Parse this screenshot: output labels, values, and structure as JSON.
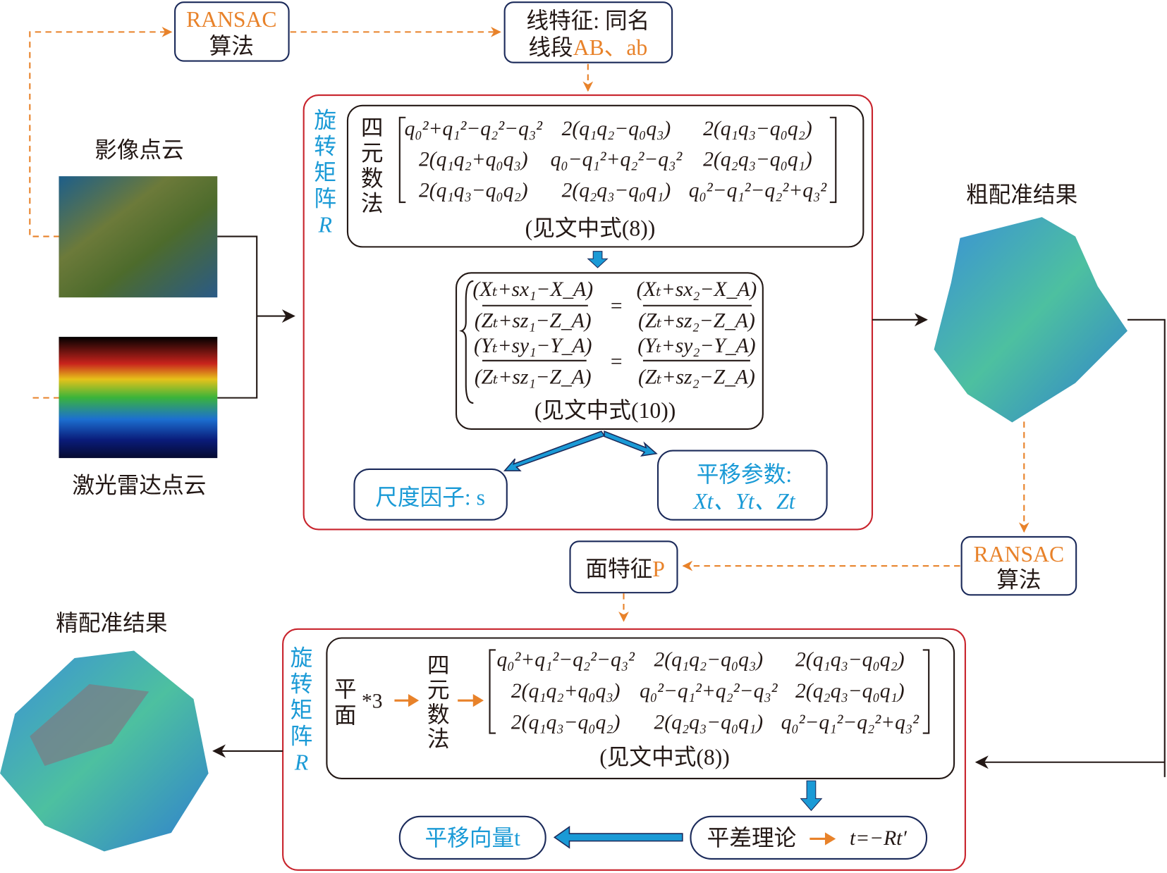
{
  "colors": {
    "accent_orange": "#e8822a",
    "accent_blue": "#1a9ad6",
    "frame_red": "#c8232c",
    "box_navy": "#1b2a5a"
  },
  "top": {
    "ransac": {
      "line1": "RANSAC",
      "line2": "算法"
    },
    "line_feature": {
      "line1": "线特征: 同名",
      "line2_prefix": "线段",
      "line2_highlight": "AB、ab"
    }
  },
  "inputs": {
    "image_cloud_label": "影像点云",
    "lidar_cloud_label": "激光雷达点云"
  },
  "coarse_stage": {
    "rotation_label": [
      "旋",
      "转",
      "矩",
      "阵",
      "R"
    ],
    "quaternion_label": [
      "四",
      "元",
      "数",
      "法"
    ],
    "matrix": [
      [
        "q₀²+q₁²−q₂²−q₃²",
        "2(q₁q₂−q₀q₃)",
        "2(q₁q₃−q₀q₂)"
      ],
      [
        "2(q₁q₂+q₀q₃)",
        "q₀−q₁²+q₂²−q₃²",
        "2(q₂q₃−q₀q₁)"
      ],
      [
        "2(q₁q₃−q₀q₂)",
        "2(q₂q₃−q₀q₁)",
        "q₀²−q₁²−q₂²+q₃²"
      ]
    ],
    "matrix_ref": "(见文中式(8))",
    "equations": [
      {
        "num_left": "(Xₜ+sx₁−X_A)",
        "den_left": "(Zₜ+sz₁−Z_A)",
        "eq": "=",
        "num_right": "(Xₜ+sx₂−X_A)",
        "den_right": "(Zₜ+sz₂−Z_A)"
      },
      {
        "num_left": "(Yₜ+sy₁−Y_A)",
        "den_left": "(Zₜ+sz₁−Z_A)",
        "eq": "=",
        "num_right": "(Yₜ+sy₂−Y_A)",
        "den_right": "(Zₜ+sz₂−Z_A)"
      }
    ],
    "equation_ref": "(见文中式(10))",
    "scale_factor": "尺度因子: s",
    "translation": {
      "line1": "平移参数:",
      "line2": "Xt、Yt、Zt"
    }
  },
  "coarse_result_label": "粗配准结果",
  "ransac2": {
    "line1": "RANSAC",
    "line2": "算法"
  },
  "plane_feature": {
    "prefix": "面特征",
    "highlight": "P"
  },
  "fine_stage": {
    "rotation_label": [
      "旋",
      "转",
      "矩",
      "阵",
      "R"
    ],
    "plane_label": [
      "平",
      "面"
    ],
    "times": "*3",
    "quaternion_label": [
      "四",
      "元",
      "数",
      "法"
    ],
    "matrix": [
      [
        "q₀²+q₁²−q₂²−q₃²",
        "2(q₁q₂−q₀q₃)",
        "2(q₁q₃−q₀q₂)"
      ],
      [
        "2(q₁q₂+q₀q₃)",
        "q₀²−q₁²+q₂²−q₃²",
        "2(q₂q₃−q₀q₁)"
      ],
      [
        "2(q₁q₃−q₀q₂)",
        "2(q₂q₃−q₀q₁)",
        "q₀²−q₁²−q₂²+q₃²"
      ]
    ],
    "matrix_ref": "(见文中式(8))",
    "translation_vector": "平移向量t",
    "adjustment": "平差理论",
    "formula": "t=−Rt′"
  },
  "fine_result_label": "精配准结果"
}
